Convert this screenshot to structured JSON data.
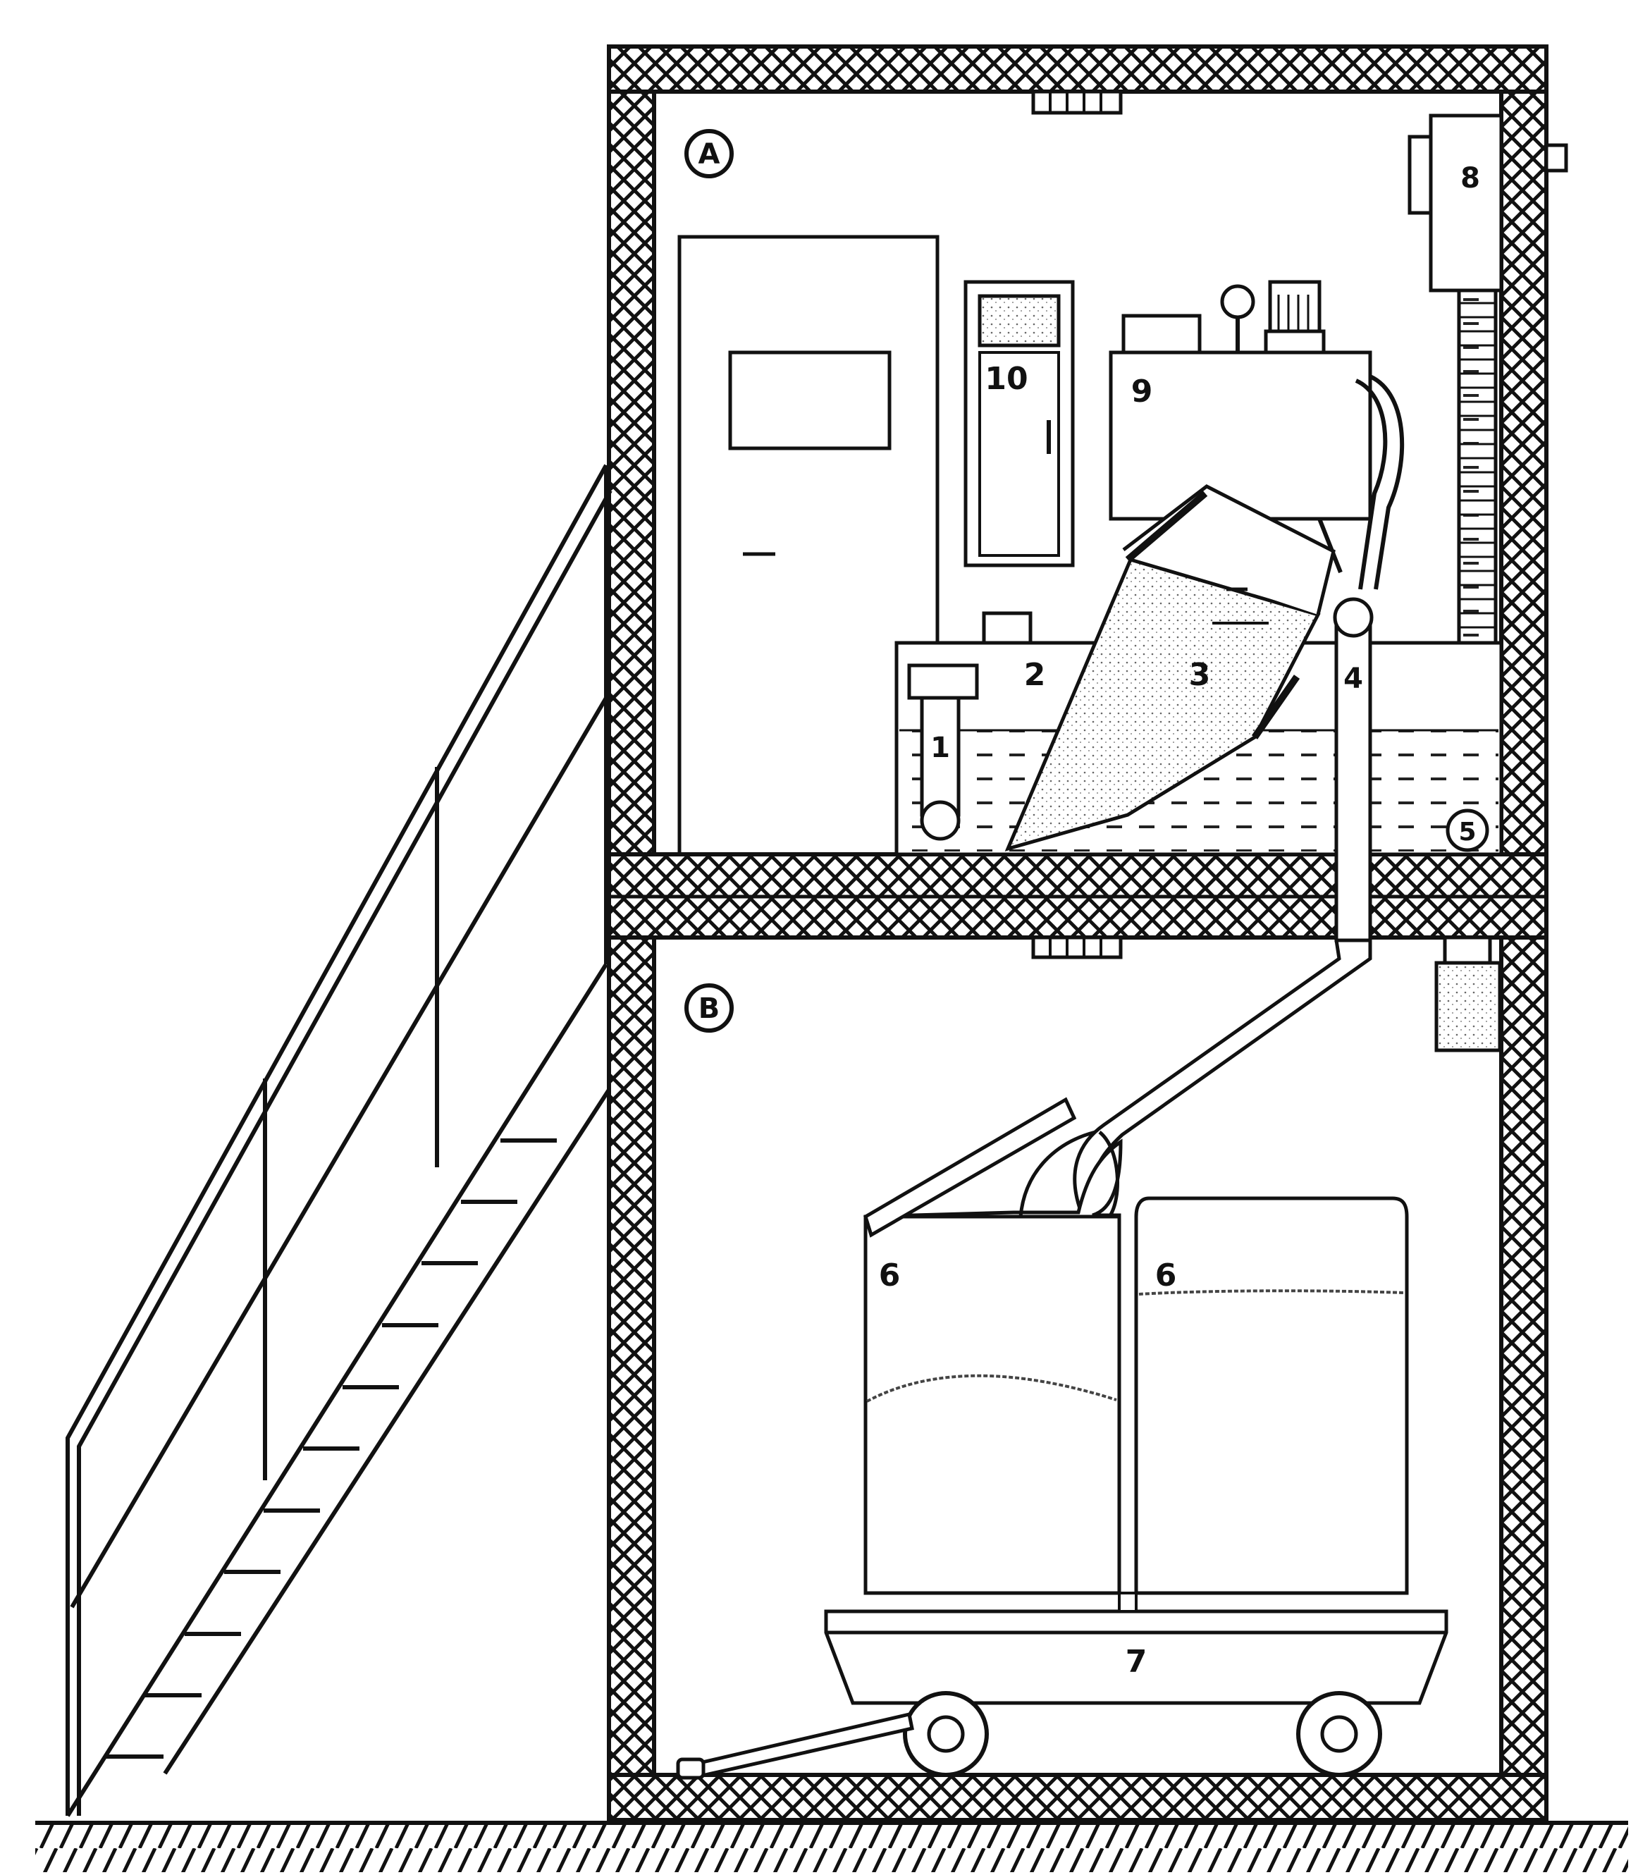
{
  "diagram": {
    "rooms": {
      "upper": "A",
      "lower": "B"
    },
    "components": [
      {
        "id": "c1",
        "label": "1"
      },
      {
        "id": "c2",
        "label": "2"
      },
      {
        "id": "c3",
        "label": "3"
      },
      {
        "id": "c4",
        "label": "4"
      },
      {
        "id": "c5",
        "label": "5"
      },
      {
        "id": "c6a",
        "label": "6"
      },
      {
        "id": "c6b",
        "label": "6"
      },
      {
        "id": "c7",
        "label": "7"
      },
      {
        "id": "c8",
        "label": "8"
      },
      {
        "id": "c9",
        "label": "9"
      },
      {
        "id": "c10",
        "label": "10"
      }
    ]
  }
}
